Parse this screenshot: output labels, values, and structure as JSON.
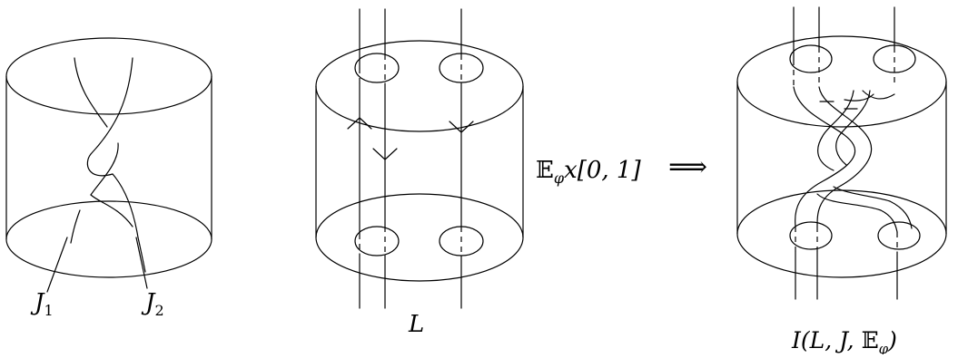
{
  "labels": {
    "j1_base": "J",
    "j1_sub": "1",
    "j2_base": "J",
    "j2_sub": "2",
    "link": "L",
    "operation_E": "𝔼",
    "operation_phi": "φ",
    "operation_rest": "x[0, 1]",
    "implies": "⟹",
    "result_prefix": "I(L, J, ",
    "result_E": "𝔼",
    "result_phi": "φ",
    "result_suffix": ")"
  }
}
